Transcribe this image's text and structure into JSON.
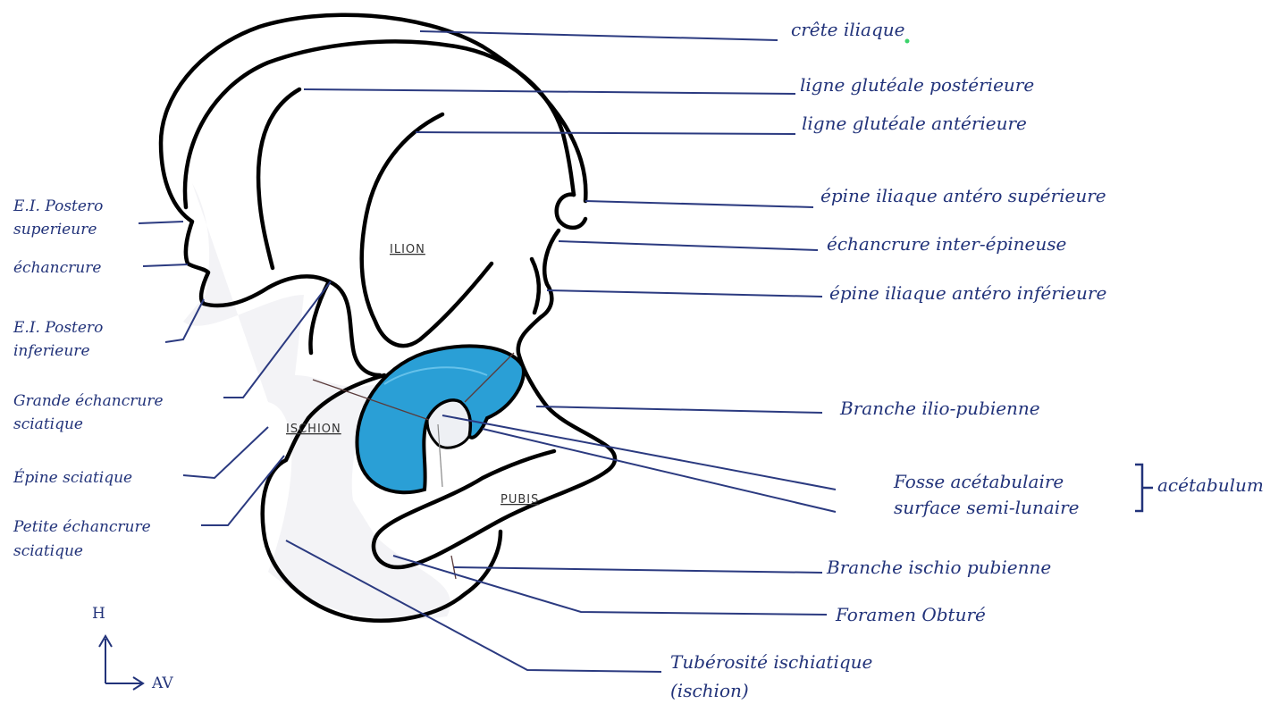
{
  "labels": {
    "crete_iliaque": "crête iliaque",
    "ligne_glut_post": "ligne glutéale postérieure",
    "ligne_glut_ant": "ligne glutéale antérieure",
    "epine_ant_sup": "épine iliaque antéro supérieure",
    "echancrure_inter_epineuse": "échancrure inter-épineuse",
    "epine_ant_inf": "épine iliaque antéro inférieure",
    "branche_ilio_pubienne": "Branche ilio-pubienne",
    "fosse_acetabulaire": "Fosse acétabulaire",
    "surface_semi_lunaire": "surface semi-lunaire",
    "acetabulum": "acétabulum",
    "branche_ischio_pubienne": "Branche ischio pubienne",
    "foramen_obture": "Foramen Obturé",
    "tuberosite_line1": "Tubérosité ischiatique",
    "tuberosite_line2": "(ischion)",
    "ei_post_sup_line1": "E.I. Postero",
    "ei_post_sup_line2": "superieure",
    "echancrure": "échancrure",
    "ei_post_inf_line1": "E.I. Postero",
    "ei_post_inf_line2": "inferieure",
    "grande_echancrure_line1": "Grande échancrure",
    "grande_echancrure_line2": "sciatique",
    "epine_sciatique": "Épine sciatique",
    "petite_echancrure_line1": "Petite échancrure",
    "petite_echancrure_line2": "sciatique"
  },
  "regions": {
    "ilion": "ILION",
    "ischion": "ISCHION",
    "pubis": "PUBIS"
  },
  "orientation": {
    "up": "H",
    "forward": "AV"
  },
  "colors": {
    "ink": "#22337a",
    "acetabulum_fill": "#2a9fd6",
    "outline": "#000000"
  }
}
